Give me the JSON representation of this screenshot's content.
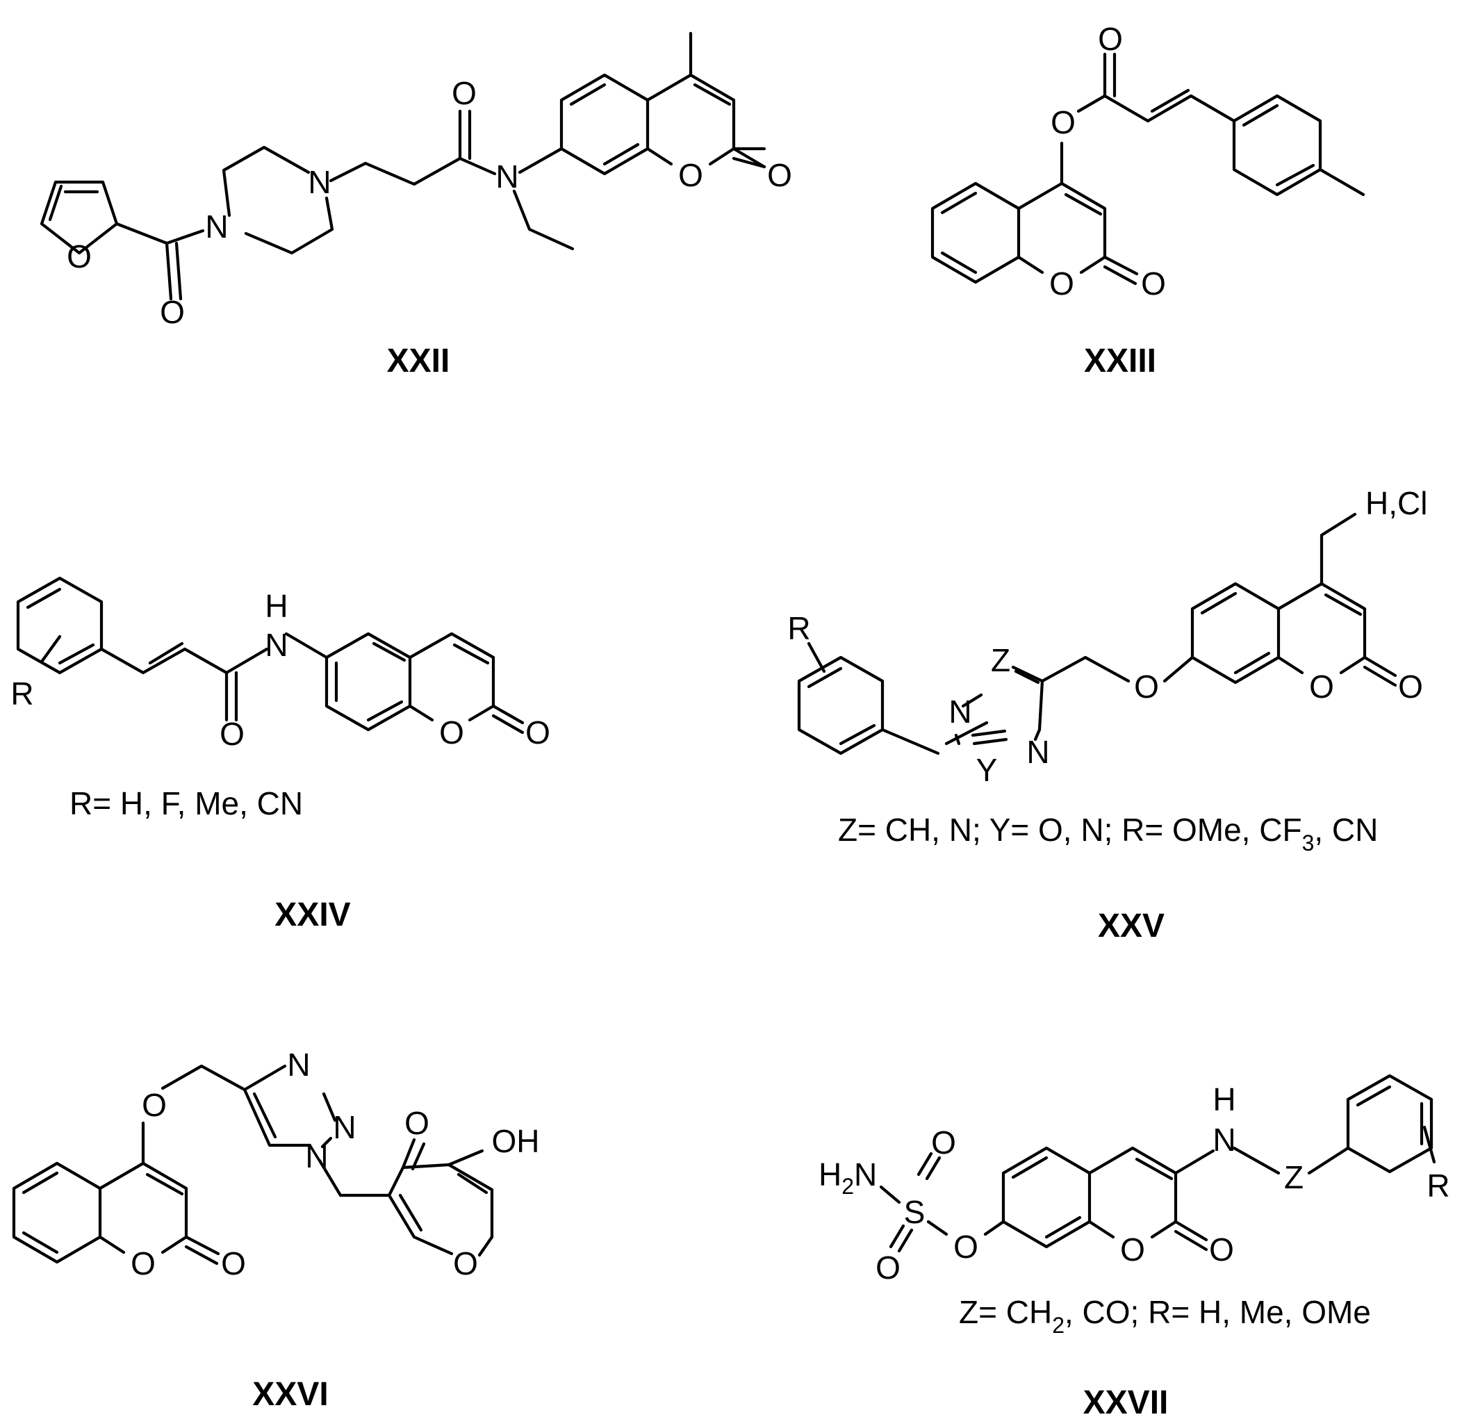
{
  "compounds": [
    {
      "label": "XXII",
      "atoms": {
        "o_furan": "O",
        "o_carbonyl": "O",
        "n_pip1": "N",
        "n_pip2": "N",
        "o_amide": "O",
        "n_amide": "N",
        "o_ring": "O",
        "o_lactone": "O"
      }
    },
    {
      "label": "XXIII",
      "atoms": {
        "o_ester_dbl": "O",
        "o_ester": "O",
        "o_ring": "O",
        "o_lactone": "O"
      }
    },
    {
      "label": "XXIV",
      "substituent_note": "R= H, F, Me, CN",
      "atoms": {
        "r": "R",
        "h": "H",
        "n": "N",
        "o_amide": "O",
        "o_ring": "O",
        "o_lactone": "O"
      }
    },
    {
      "label": "XXV",
      "substituent_note": {
        "pre": "Z= CH, N; Y= O, N; R= OMe, CF",
        "sub": "3",
        "post": ", CN"
      },
      "atoms": {
        "hcl": "H,Cl",
        "r": "R",
        "z": "Z",
        "n1": "N",
        "n2": "N",
        "y": "Y",
        "o_ether": "O",
        "o_ring": "O",
        "o_lactone": "O"
      }
    },
    {
      "label": "XXVI",
      "atoms": {
        "o_ether": "O",
        "n1": "N",
        "n2": "N",
        "n3": "N",
        "o_pyranone": "O",
        "oh": "OH",
        "o_pyran": "O",
        "o_ring": "O",
        "o_lactone": "O"
      }
    },
    {
      "label": "XXVII",
      "substituent_note": {
        "pre": "Z= CH",
        "sub": "2",
        "post": ", CO; R= H, Me, OMe"
      },
      "atoms": {
        "h2n_pre": "H",
        "h2n_sub": "2",
        "h2n_post": "N",
        "s": "S",
        "o_s1": "O",
        "o_s2": "O",
        "o_link": "O",
        "h": "H",
        "n": "N",
        "z": "Z",
        "r": "R",
        "o_ring": "O",
        "o_lactone": "O"
      }
    }
  ]
}
